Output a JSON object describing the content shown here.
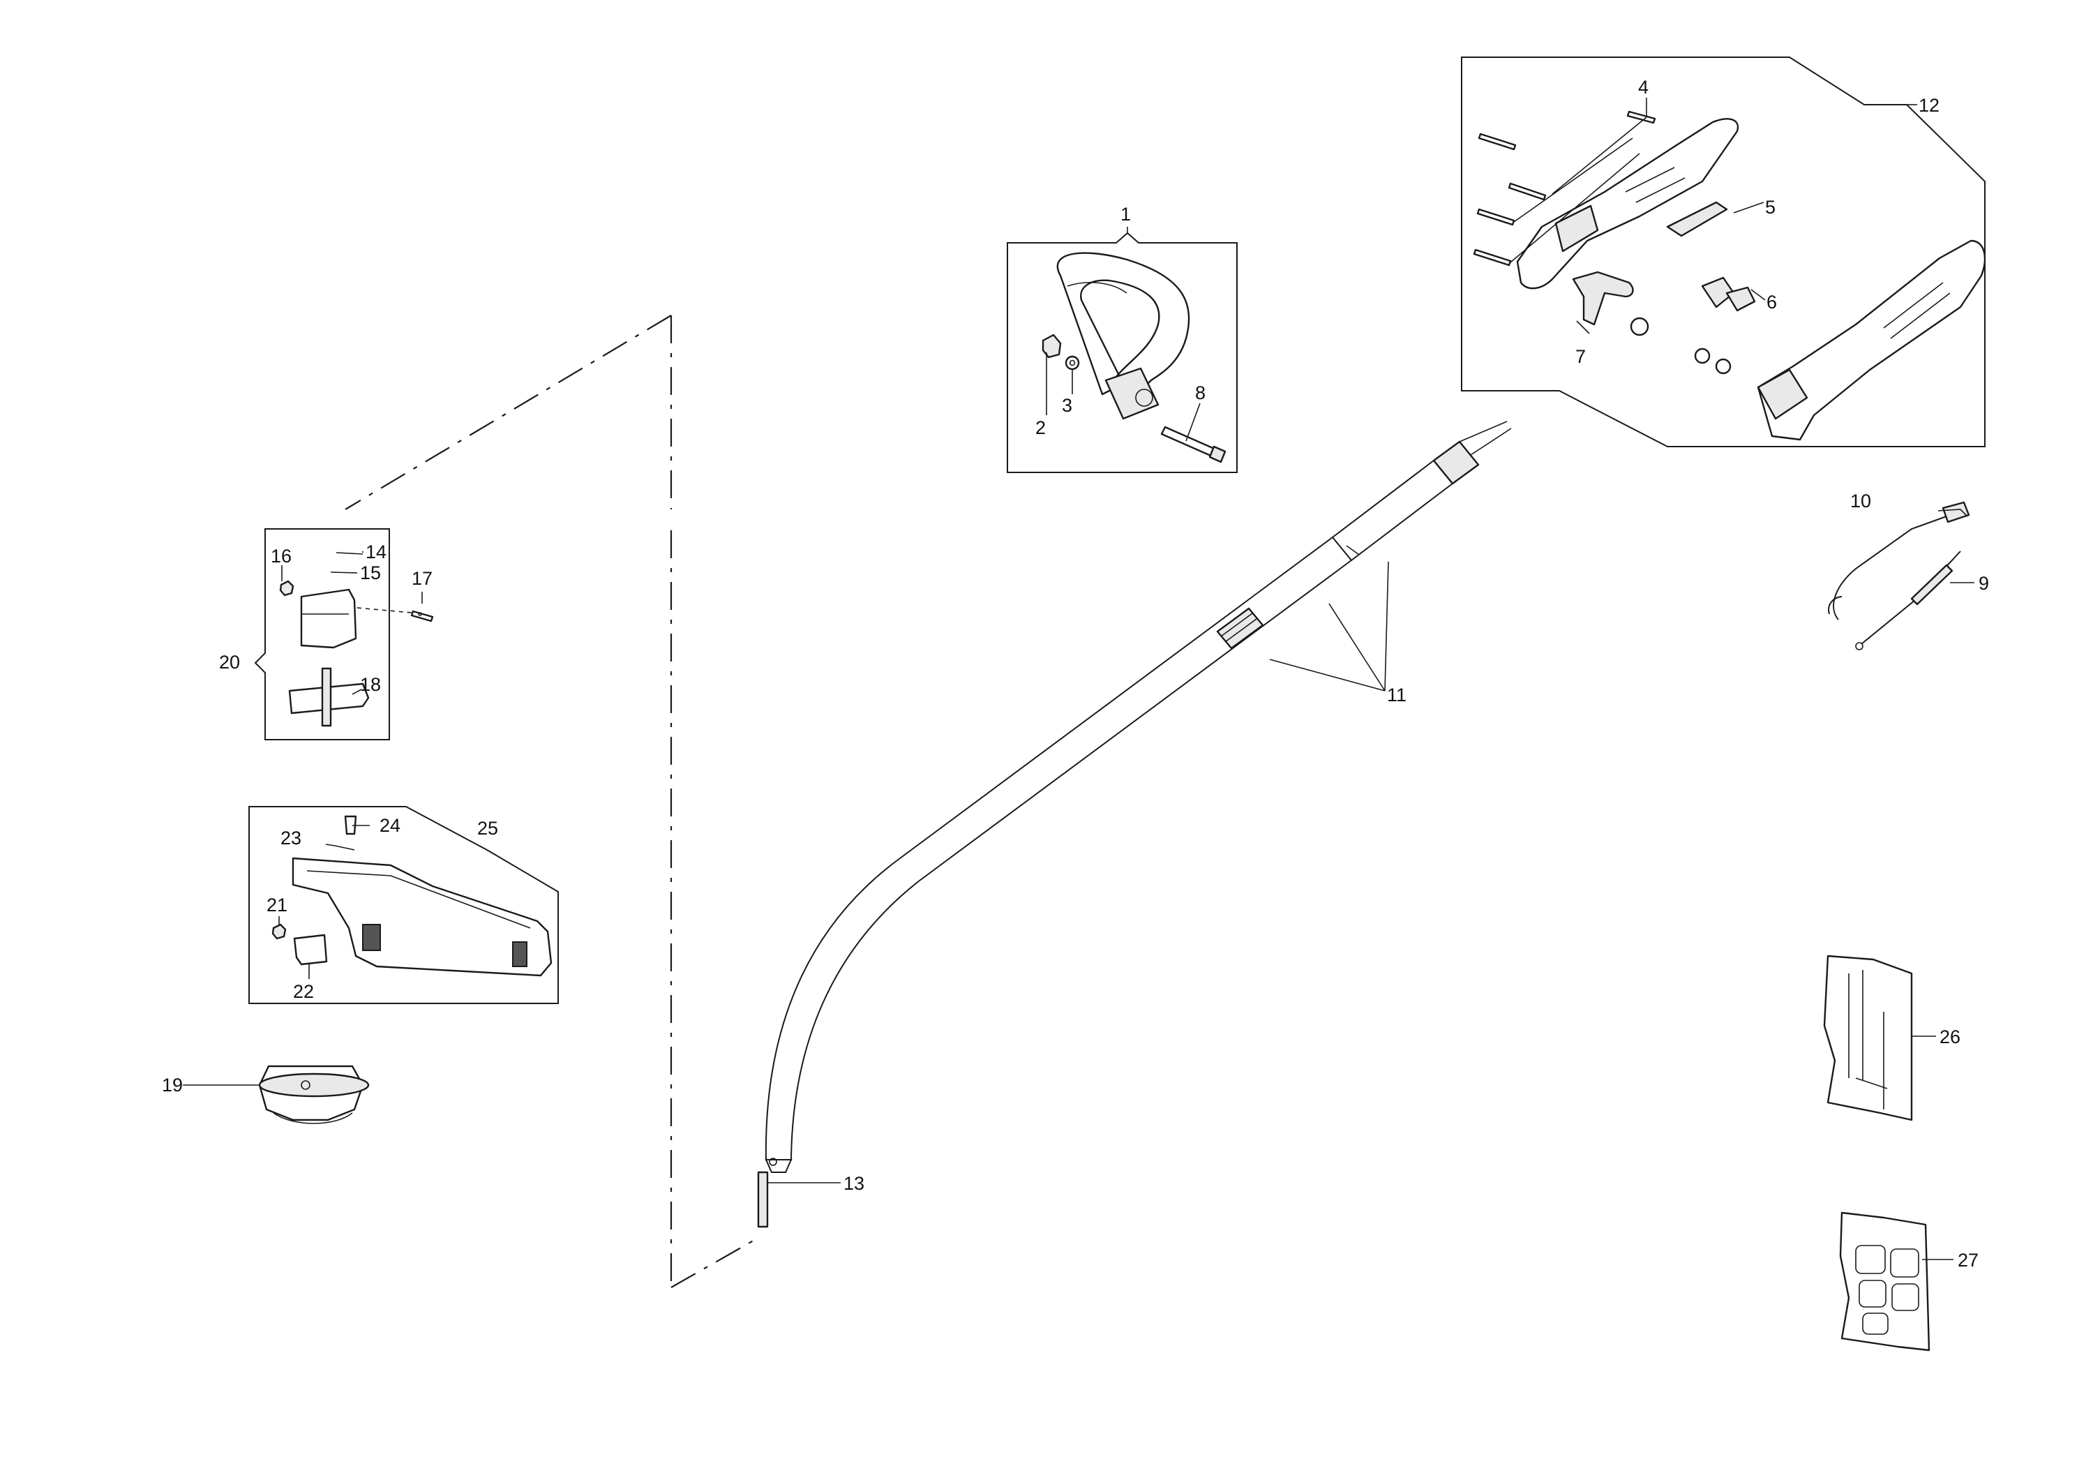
{
  "callouts": [
    {
      "id": "1",
      "label": "1"
    },
    {
      "id": "2",
      "label": "2"
    },
    {
      "id": "3",
      "label": "3"
    },
    {
      "id": "4",
      "label": "4"
    },
    {
      "id": "5",
      "label": "5"
    },
    {
      "id": "6",
      "label": "6"
    },
    {
      "id": "7",
      "label": "7"
    },
    {
      "id": "8",
      "label": "8"
    },
    {
      "id": "9",
      "label": "9"
    },
    {
      "id": "10",
      "label": "10"
    },
    {
      "id": "11",
      "label": "11"
    },
    {
      "id": "12",
      "label": "12"
    },
    {
      "id": "13",
      "label": "13"
    },
    {
      "id": "14",
      "label": "14"
    },
    {
      "id": "15",
      "label": "15"
    },
    {
      "id": "16",
      "label": "16"
    },
    {
      "id": "17",
      "label": "17"
    },
    {
      "id": "18",
      "label": "18"
    },
    {
      "id": "19",
      "label": "19"
    },
    {
      "id": "20",
      "label": "20"
    },
    {
      "id": "21",
      "label": "21"
    },
    {
      "id": "22",
      "label": "22"
    },
    {
      "id": "23",
      "label": "23"
    },
    {
      "id": "24",
      "label": "24"
    },
    {
      "id": "25",
      "label": "25"
    },
    {
      "id": "26",
      "label": "26"
    },
    {
      "id": "27",
      "label": "27"
    }
  ],
  "colors": {
    "line": "#1a1a1a",
    "background": "#ffffff",
    "fill_light": "#e9e9e9",
    "fill_dark": "#555555"
  }
}
